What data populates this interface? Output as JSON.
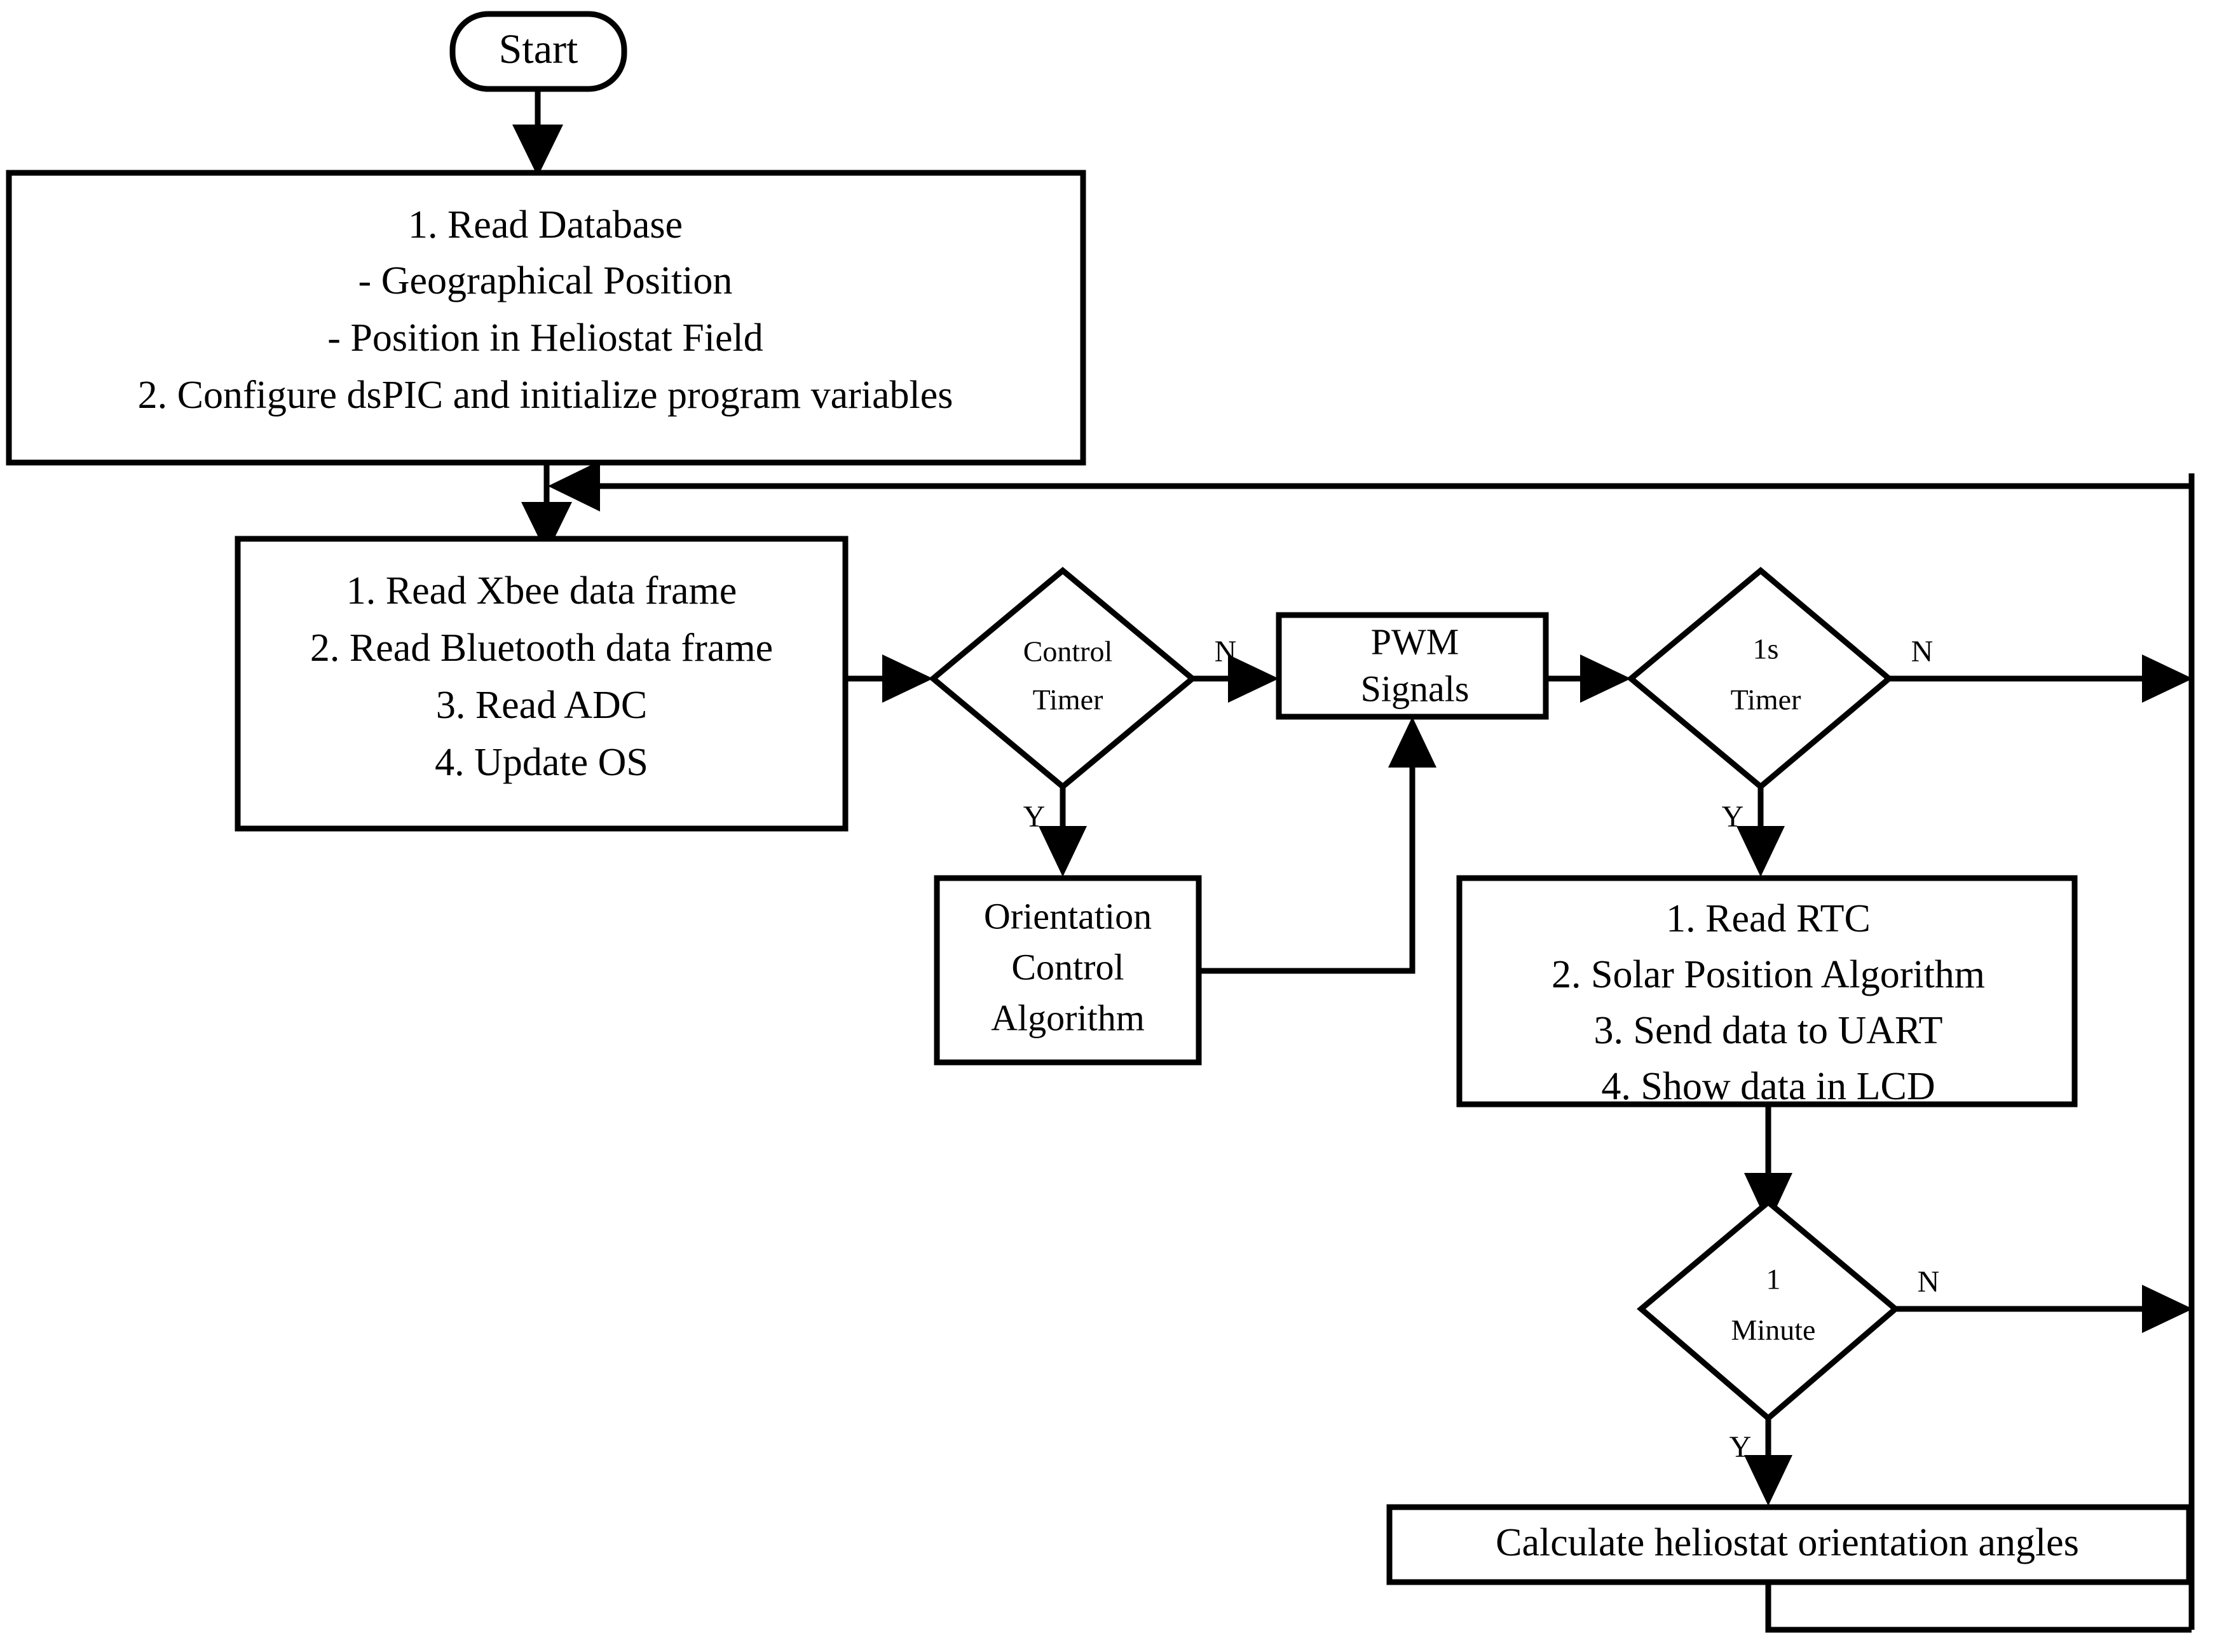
{
  "diagram": {
    "title": "Heliostat control program flowchart",
    "background_color": "#ffffff",
    "line_color": "#000000"
  },
  "nodes": {
    "start": {
      "shape": "rounded-terminal",
      "label": "Start"
    },
    "init": {
      "shape": "process",
      "lines": [
        "1. Read Database",
        "- Geographical Position",
        "- Position in Heliostat Field",
        "2. Configure dsPIC and initialize program variables"
      ]
    },
    "main_loop": {
      "shape": "process",
      "lines": [
        "1. Read Xbee data frame",
        "2. Read Bluetooth data frame",
        "3. Read ADC",
        "4. Update OS"
      ]
    },
    "control_timer": {
      "shape": "decision",
      "lines": [
        "Control",
        "Timer"
      ],
      "yes_label": "Y",
      "no_label": "N"
    },
    "pwm_signals": {
      "shape": "process",
      "lines": [
        "PWM",
        "Signals"
      ]
    },
    "one_s_timer": {
      "shape": "decision",
      "lines": [
        "1s",
        "Timer"
      ],
      "yes_label": "Y",
      "no_label": "N"
    },
    "orientation_control": {
      "shape": "process",
      "lines": [
        "Orientation",
        "Control",
        "Algorithm"
      ]
    },
    "rtc_block": {
      "shape": "process",
      "lines": [
        "1. Read RTC",
        "2. Solar Position Algorithm",
        "3. Send data to UART",
        "4. Show data in LCD"
      ]
    },
    "one_minute": {
      "shape": "decision",
      "lines": [
        "1",
        "Minute"
      ],
      "yes_label": "Y",
      "no_label": "N"
    },
    "calc_angles": {
      "shape": "process",
      "lines": [
        "Calculate heliostat orientation angles"
      ]
    }
  },
  "edges": [
    {
      "from": "start",
      "to": "init",
      "label": ""
    },
    {
      "from": "init",
      "to": "main_loop",
      "label": ""
    },
    {
      "from": "main_loop",
      "to": "control_timer",
      "label": ""
    },
    {
      "from": "control_timer",
      "to": "pwm_signals",
      "label": "N"
    },
    {
      "from": "control_timer",
      "to": "orientation_control",
      "label": "Y"
    },
    {
      "from": "orientation_control",
      "to": "pwm_signals",
      "label": ""
    },
    {
      "from": "pwm_signals",
      "to": "one_s_timer",
      "label": ""
    },
    {
      "from": "one_s_timer",
      "to": "loop_return",
      "label": "N"
    },
    {
      "from": "one_s_timer",
      "to": "rtc_block",
      "label": "Y"
    },
    {
      "from": "rtc_block",
      "to": "one_minute",
      "label": ""
    },
    {
      "from": "one_minute",
      "to": "loop_return",
      "label": "N"
    },
    {
      "from": "one_minute",
      "to": "calc_angles",
      "label": "Y"
    },
    {
      "from": "calc_angles",
      "to": "loop_return",
      "label": ""
    }
  ]
}
